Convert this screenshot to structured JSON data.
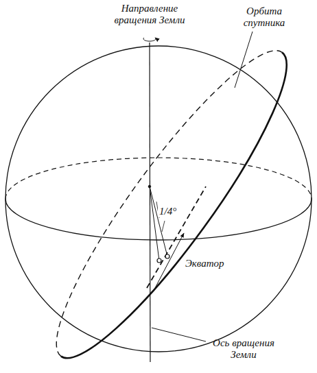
{
  "diagram": {
    "labels": [
      "Направление вращения Земли",
      "Орбита спутника",
      "1/4°",
      "Экватор",
      "Ось вращения Земли"
    ]
  }
}
